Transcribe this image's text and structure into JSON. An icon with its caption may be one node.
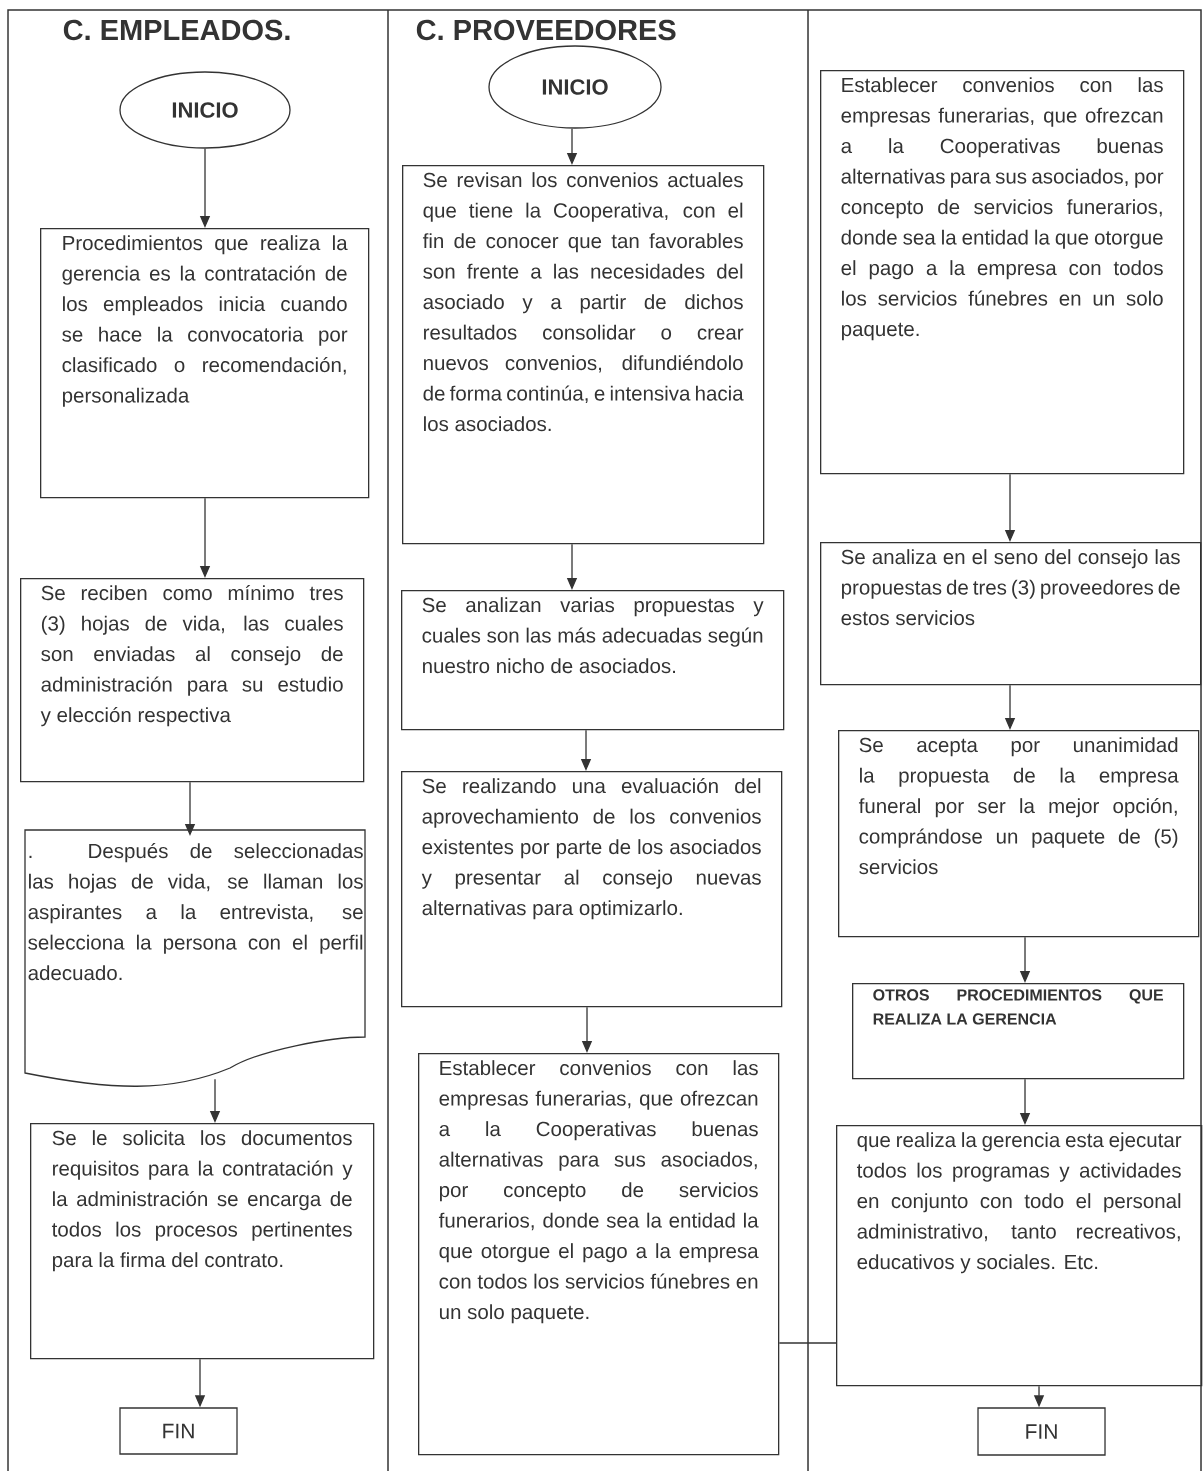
{
  "diagram": {
    "nodes": [
      {
        "text": [
          "INICIO"
        ]
      },
      {
        "text": [
          "Procedimientos que realiza la gerencia es la contratación de los empleados inicia cuando se hace la convocatoria por clasificado o recomendación, personalizada"
        ]
      },
      {
        "text": [
          "Se reciben como mínimo tres (3) hojas de vida, las cuales son enviadas al consejo de administración para su estudio y elección respectiva"
        ]
      },
      {
        "text": [
          ". Después de seleccionadas las hojas de vida, se llaman los aspirantes a la entrevista, se selecciona la persona con el perfil adecuado."
        ]
      },
      {
        "text": [
          "Se le solicita los documentos requisitos para la contratación y la administración se encarga de todos los procesos pertinentes para la firma del contrato."
        ]
      },
      {
        "text": [
          "FIN"
        ]
      },
      {
        "text": [
          "INICIO"
        ]
      },
      {
        "text": [
          "Se revisan los convenios actuales que tiene la Cooperativa, con el fin de conocer que tan favorables son frente a las necesidades del asociado y a partir de dichos resultados consolidar o crear nuevos convenios, difundiéndolo de forma continúa, e intensiva hacia los asociados."
        ]
      },
      {
        "text": [
          "Se analizan varias propuestas y cuales son las más adecuadas según nuestro nicho de asociados."
        ]
      },
      {
        "text": [
          "Se realizando una evaluación del aprovechamiento de los convenios existentes por parte de los asociados y presentar al consejo nuevas alternativas para optimizarlo."
        ]
      },
      {
        "text": [
          "Establecer convenios con las empresas funerarias, que ofrezcan a la Cooperativas buenas alternativas para sus asociados, por concepto de servicios funerarios, donde sea la entidad la que otorgue el pago a la empresa con todos los servicios fúnebres en un solo paquete."
        ]
      },
      {
        "text": [
          "Establecer convenios con las empresas funerarias, que ofrezcan a la Cooperativas buenas alternativas para sus asociados, por concepto de servicios funerarios, donde sea la entidad la que otorgue el pago a la empresa con todos los servicios fúnebres en un solo paquete."
        ]
      },
      {
        "text": [
          "Se analiza en el seno del consejo las propuestas de tres (3) proveedores de estos servicios"
        ]
      },
      {
        "text": [
          "Se acepta por unanimidad la propuesta de la empresa funeral por ser la mejor opción, comprándose un paquete de (5) servicios"
        ]
      },
      {
        "text": [
          "OTROS PROCEDIMIENTOS QUE REALIZA LA GERENCIA"
        ]
      },
      {
        "text": [
          "que realiza la gerencia esta ejecutar todos los programas y actividades en conjunto con todo el personal administrativo, tanto recreativos, educativos y sociales. Etc."
        ]
      },
      {
        "text": [
          "FIN"
        ]
      }
    ],
    "edges": [
      {
        "from": 0,
        "to": 1,
        "arrow": "to"
      },
      {
        "from": 1,
        "to": 2,
        "arrow": "to"
      },
      {
        "from": 2,
        "to": 3,
        "arrow": "to"
      },
      {
        "from": 3,
        "to": 4,
        "arrow": "to"
      },
      {
        "from": 4,
        "to": 5,
        "arrow": "to"
      },
      {
        "from": 6,
        "to": 7,
        "arrow": "to"
      },
      {
        "from": 7,
        "to": 8,
        "arrow": "to"
      },
      {
        "from": 8,
        "to": 9,
        "arrow": "to"
      },
      {
        "from": 9,
        "to": 10,
        "arrow": "to"
      },
      {
        "from": 10,
        "to": 15,
        "arrow": "none"
      },
      {
        "from": 11,
        "to": 12,
        "arrow": "to"
      },
      {
        "from": 12,
        "to": 13,
        "arrow": "to"
      },
      {
        "from": 13,
        "to": 14,
        "arrow": "to"
      },
      {
        "from": 14,
        "to": 15,
        "arrow": "to"
      },
      {
        "from": 15,
        "to": 16,
        "arrow": "to"
      }
    ],
    "labels": [
      "**C. EMPLEADOS**.",
      "C. PROVEEDORES"
    ]
  }
}
